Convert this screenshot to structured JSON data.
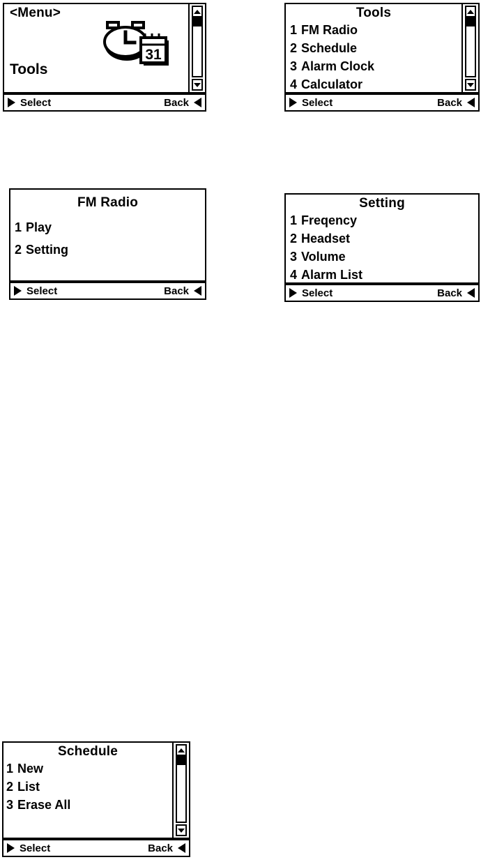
{
  "page": {
    "description": "Five mobile phone LCD menu screen mockups",
    "background": "#ffffff",
    "ink": "#000000"
  },
  "screens": [
    {
      "id": "menu-tools",
      "kind": "icon-screen",
      "title": "<Menu>",
      "big_label": "Tools",
      "icon": "alarm-clock-calendar-icon",
      "icon_calendar_day": "31",
      "scrollbar": {
        "visible": true,
        "up_arrow": "scroll-up-arrow-icon",
        "down_arrow": "scroll-down-arrow-icon",
        "thumb_position": "top"
      },
      "softkeys": {
        "left": "Select",
        "right": "Back"
      }
    },
    {
      "id": "tools-list",
      "kind": "list-screen",
      "title": "Tools",
      "items": [
        {
          "index": "1",
          "label": "FM Radio"
        },
        {
          "index": "2",
          "label": "Schedule"
        },
        {
          "index": "3",
          "label": "Alarm Clock"
        },
        {
          "index": "4",
          "label": "Calculator"
        }
      ],
      "scrollbar": {
        "visible": true,
        "up_arrow": "scroll-up-arrow-icon",
        "down_arrow": "scroll-down-arrow-icon",
        "thumb_position": "top"
      },
      "softkeys": {
        "left": "Select",
        "right": "Back"
      }
    },
    {
      "id": "fm-radio",
      "kind": "list-screen",
      "title": "FM Radio",
      "items": [
        {
          "index": "1",
          "label": "Play"
        },
        {
          "index": "2",
          "label": "Setting"
        }
      ],
      "scrollbar": {
        "visible": false
      },
      "softkeys": {
        "left": "Select",
        "right": "Back"
      }
    },
    {
      "id": "fm-radio-setting",
      "kind": "list-screen",
      "title": "Setting",
      "items": [
        {
          "index": "1",
          "label": "Freqency"
        },
        {
          "index": "2",
          "label": "Headset"
        },
        {
          "index": "3",
          "label": "Volume"
        },
        {
          "index": "4",
          "label": "Alarm List"
        }
      ],
      "scrollbar": {
        "visible": false
      },
      "softkeys": {
        "left": "Select",
        "right": "Back"
      }
    },
    {
      "id": "schedule",
      "kind": "list-screen",
      "title": "Schedule",
      "items": [
        {
          "index": "1",
          "label": "New"
        },
        {
          "index": "2",
          "label": "List"
        },
        {
          "index": "3",
          "label": "Erase All"
        }
      ],
      "scrollbar": {
        "visible": true,
        "up_arrow": "scroll-up-arrow-icon",
        "down_arrow": "scroll-down-arrow-icon",
        "thumb_position": "top"
      },
      "softkeys": {
        "left": "Select",
        "right": "Back"
      }
    }
  ]
}
